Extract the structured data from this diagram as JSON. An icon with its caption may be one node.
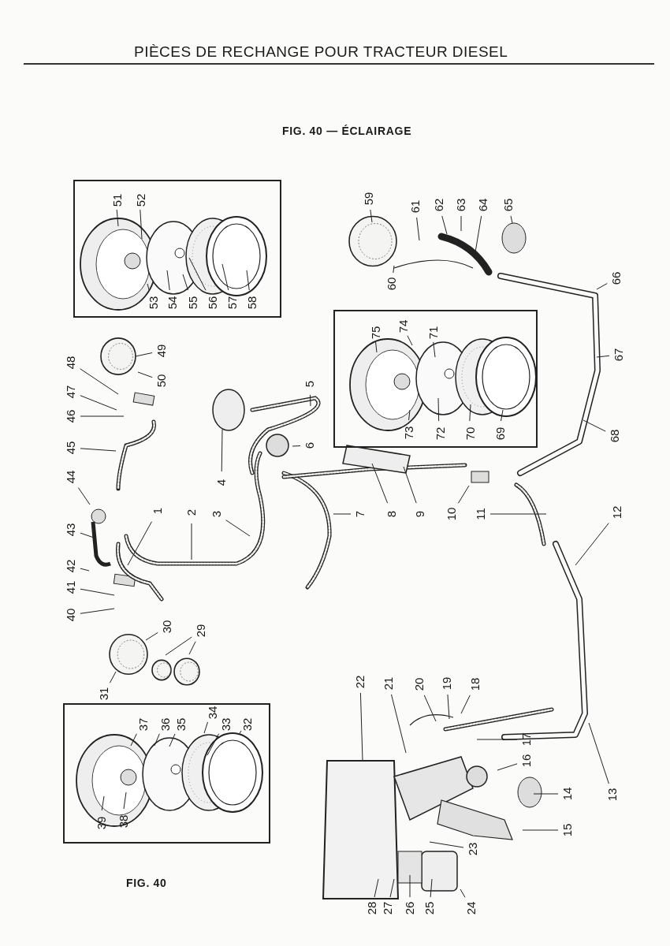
{
  "diagram": {
    "title": "PIÈCES DE RECHANGE POUR TRACTEUR DIESEL",
    "nodes": [
      {
        "text": [],
        "shape": "box"
      },
      {
        "text": [],
        "shape": "box"
      },
      {
        "text": [],
        "shape": "box"
      },
      {
        "text": [
          "1"
        ]
      },
      {
        "text": [
          "2"
        ]
      },
      {
        "text": [
          "3"
        ]
      },
      {
        "text": [
          "4"
        ]
      },
      {
        "text": [
          "5"
        ]
      },
      {
        "text": [
          "6"
        ]
      },
      {
        "text": [
          "7"
        ]
      },
      {
        "text": [
          "8"
        ]
      },
      {
        "text": [
          "9"
        ]
      },
      {
        "text": [
          "10"
        ]
      },
      {
        "text": [
          "11"
        ]
      },
      {
        "text": [
          "12"
        ]
      },
      {
        "text": [
          "13"
        ]
      },
      {
        "text": [
          "14"
        ]
      },
      {
        "text": [
          "15"
        ]
      },
      {
        "text": [
          "16"
        ]
      },
      {
        "text": [
          "17"
        ]
      },
      {
        "text": [
          "18"
        ]
      },
      {
        "text": [
          "19"
        ]
      },
      {
        "text": [
          "20"
        ]
      },
      {
        "text": [
          "21"
        ]
      },
      {
        "text": [
          "22"
        ]
      },
      {
        "text": [
          "23"
        ]
      },
      {
        "text": [
          "24"
        ]
      },
      {
        "text": [
          "25"
        ]
      },
      {
        "text": [
          "26"
        ]
      },
      {
        "text": [
          "27"
        ]
      },
      {
        "text": [
          "28"
        ]
      },
      {
        "text": [
          "29"
        ]
      },
      {
        "text": [
          "30"
        ]
      },
      {
        "text": [
          "31"
        ]
      },
      {
        "text": [
          "32"
        ],
        "in": 2
      },
      {
        "text": [
          "33"
        ],
        "in": 2
      },
      {
        "text": [
          "34"
        ],
        "in": 2
      },
      {
        "text": [
          "35"
        ],
        "in": 2
      },
      {
        "text": [
          "36"
        ],
        "in": 2
      },
      {
        "text": [
          "37"
        ],
        "in": 2
      },
      {
        "text": [
          "38"
        ],
        "in": 2
      },
      {
        "text": [
          "39"
        ],
        "in": 2
      },
      {
        "text": [
          "40"
        ]
      },
      {
        "text": [
          "41"
        ]
      },
      {
        "text": [
          "42"
        ]
      },
      {
        "text": [
          "43"
        ]
      },
      {
        "text": [
          "44"
        ]
      },
      {
        "text": [
          "45"
        ]
      },
      {
        "text": [
          "46"
        ]
      },
      {
        "text": [
          "47"
        ]
      },
      {
        "text": [
          "48"
        ]
      },
      {
        "text": [
          "49"
        ]
      },
      {
        "text": [
          "50"
        ]
      },
      {
        "text": [
          "51"
        ],
        "in": 0
      },
      {
        "text": [
          "52"
        ],
        "in": 0
      },
      {
        "text": [
          "53"
        ],
        "in": 0
      },
      {
        "text": [
          "54"
        ],
        "in": 0
      },
      {
        "text": [
          "55"
        ],
        "in": 0
      },
      {
        "text": [
          "56"
        ],
        "in": 0
      },
      {
        "text": [
          "57"
        ],
        "in": 0
      },
      {
        "text": [
          "58"
        ],
        "in": 0
      },
      {
        "text": [
          "59"
        ]
      },
      {
        "text": [
          "60"
        ]
      },
      {
        "text": [
          "61"
        ]
      },
      {
        "text": [
          "62"
        ]
      },
      {
        "text": [
          "63"
        ]
      },
      {
        "text": [
          "64"
        ]
      },
      {
        "text": [
          "65"
        ]
      },
      {
        "text": [
          "66"
        ]
      },
      {
        "text": [
          "67"
        ]
      },
      {
        "text": [
          "68"
        ]
      },
      {
        "text": [
          "69"
        ],
        "in": 1
      },
      {
        "text": [
          "70"
        ],
        "in": 1
      },
      {
        "text": [
          "71"
        ],
        "in": 1
      },
      {
        "text": [
          "72"
        ],
        "in": 1
      },
      {
        "text": [
          "73"
        ],
        "in": 1
      },
      {
        "text": [
          "74"
        ],
        "in": 1
      },
      {
        "text": [
          "75"
        ],
        "in": 1
      }
    ],
    "edges": [
      {
        "from": 3,
        "to": null,
        "arrow": "none"
      },
      {
        "from": 4,
        "to": null,
        "arrow": "none"
      },
      {
        "from": 5,
        "to": null,
        "arrow": "none"
      },
      {
        "from": 6,
        "to": null,
        "arrow": "none"
      },
      {
        "from": 7,
        "to": null,
        "arrow": "none"
      },
      {
        "from": 8,
        "to": null,
        "arrow": "none"
      },
      {
        "from": 9,
        "to": null,
        "arrow": "none"
      },
      {
        "from": 10,
        "to": null,
        "arrow": "none"
      },
      {
        "from": 11,
        "to": null,
        "arrow": "none"
      },
      {
        "from": 12,
        "to": null,
        "arrow": "none"
      },
      {
        "from": 13,
        "to": null,
        "arrow": "none"
      },
      {
        "from": 14,
        "to": null,
        "arrow": "none"
      },
      {
        "from": 15,
        "to": null,
        "arrow": "none"
      },
      {
        "from": 16,
        "to": null,
        "arrow": "none"
      },
      {
        "from": 17,
        "to": null,
        "arrow": "none"
      },
      {
        "from": 18,
        "to": null,
        "arrow": "none"
      },
      {
        "from": 19,
        "to": null,
        "arrow": "none"
      },
      {
        "from": 20,
        "to": null,
        "arrow": "none"
      },
      {
        "from": 21,
        "to": null,
        "arrow": "none"
      },
      {
        "from": 22,
        "to": null,
        "arrow": "none"
      },
      {
        "from": 23,
        "to": null,
        "arrow": "none"
      },
      {
        "from": 24,
        "to": null,
        "arrow": "none"
      },
      {
        "from": 25,
        "to": null,
        "arrow": "none"
      },
      {
        "from": 26,
        "to": null,
        "arrow": "none"
      },
      {
        "from": 27,
        "to": null,
        "arrow": "none"
      },
      {
        "from": 28,
        "to": null,
        "arrow": "none"
      },
      {
        "from": 29,
        "to": null,
        "arrow": "none"
      },
      {
        "from": 30,
        "to": null,
        "arrow": "none"
      },
      {
        "from": 31,
        "to": null,
        "arrow": "none"
      },
      {
        "from": 31,
        "to": null,
        "arrow": "none"
      },
      {
        "from": 32,
        "to": null,
        "arrow": "none"
      },
      {
        "from": 33,
        "to": null,
        "arrow": "none"
      },
      {
        "from": 34,
        "to": null,
        "arrow": "none"
      },
      {
        "from": 35,
        "to": null,
        "arrow": "none"
      },
      {
        "from": 36,
        "to": null,
        "arrow": "none"
      },
      {
        "from": 37,
        "to": null,
        "arrow": "none"
      },
      {
        "from": 38,
        "to": null,
        "arrow": "none"
      },
      {
        "from": 39,
        "to": null,
        "arrow": "none"
      },
      {
        "from": 40,
        "to": null,
        "arrow": "none"
      },
      {
        "from": 41,
        "to": null,
        "arrow": "none"
      },
      {
        "from": 42,
        "to": null,
        "arrow": "none"
      },
      {
        "from": 43,
        "to": null,
        "arrow": "none"
      },
      {
        "from": 44,
        "to": null,
        "arrow": "none"
      },
      {
        "from": 45,
        "to": null,
        "arrow": "none"
      },
      {
        "from": 46,
        "to": null,
        "arrow": "none"
      },
      {
        "from": 47,
        "to": null,
        "arrow": "none"
      },
      {
        "from": 48,
        "to": null,
        "arrow": "none"
      },
      {
        "from": 49,
        "to": null,
        "arrow": "none"
      },
      {
        "from": 50,
        "to": null,
        "arrow": "none"
      },
      {
        "from": 51,
        "to": null,
        "arrow": "none"
      },
      {
        "from": 52,
        "to": null,
        "arrow": "none"
      },
      {
        "from": 53,
        "to": null,
        "arrow": "none"
      },
      {
        "from": 54,
        "to": null,
        "arrow": "none"
      },
      {
        "from": 55,
        "to": null,
        "arrow": "none"
      },
      {
        "from": 56,
        "to": null,
        "arrow": "none"
      },
      {
        "from": 57,
        "to": null,
        "arrow": "none"
      },
      {
        "from": 58,
        "to": null,
        "arrow": "none"
      },
      {
        "from": 59,
        "to": null,
        "arrow": "none"
      },
      {
        "from": 60,
        "to": null,
        "arrow": "none"
      },
      {
        "from": 61,
        "to": null,
        "arrow": "none"
      },
      {
        "from": 62,
        "to": null,
        "arrow": "none"
      },
      {
        "from": 63,
        "to": null,
        "arrow": "none"
      },
      {
        "from": 64,
        "to": null,
        "arrow": "none"
      },
      {
        "from": 65,
        "to": null,
        "arrow": "none"
      },
      {
        "from": 66,
        "to": null,
        "arrow": "none"
      },
      {
        "from": 67,
        "to": null,
        "arrow": "none"
      },
      {
        "from": 68,
        "to": null,
        "arrow": "none"
      },
      {
        "from": 69,
        "to": null,
        "arrow": "none"
      },
      {
        "from": 70,
        "to": null,
        "arrow": "none"
      },
      {
        "from": 71,
        "to": null,
        "arrow": "none"
      },
      {
        "from": 72,
        "to": null,
        "arrow": "none"
      },
      {
        "from": 73,
        "to": null,
        "arrow": "none"
      },
      {
        "from": 74,
        "to": null,
        "arrow": "none"
      },
      {
        "from": 75,
        "to": null,
        "arrow": "none"
      },
      {
        "from": 76,
        "to": null,
        "arrow": "none"
      },
      {
        "from": 77,
        "to": null,
        "arrow": "none"
      }
    ],
    "labels": [
      "FIG. 40 — ÉCLAIRAGE",
      "FIG. 40"
    ]
  }
}
